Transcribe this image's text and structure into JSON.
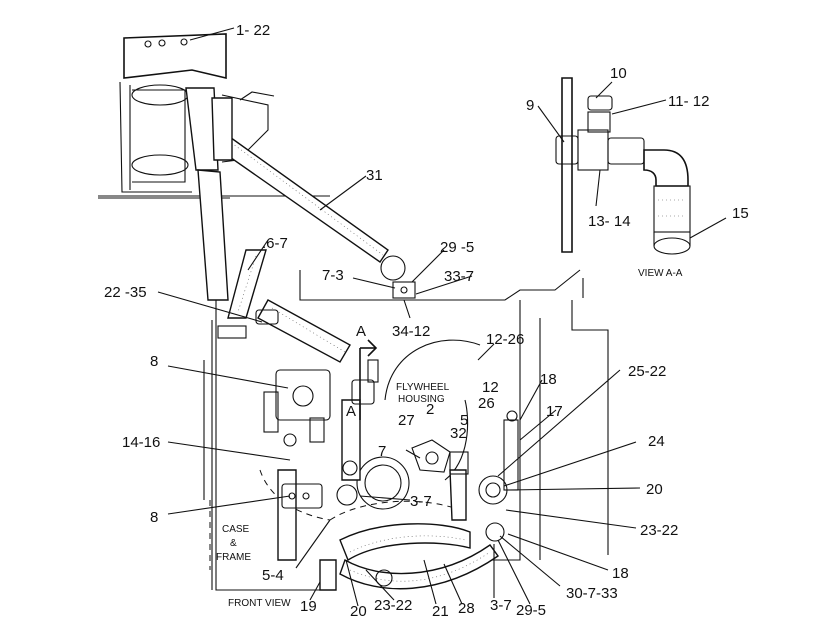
{
  "labels": {
    "l_1_22": "1- 22",
    "l_31": "31",
    "l_6_7": ".6-7",
    "l_22_35": "22 -35",
    "l_29_5_top": "29 -5",
    "l_7_3": "7-3",
    "l_33_7": "33-7",
    "l_34_12": "34-12",
    "l_A": "A",
    "l_A_lower": "A",
    "l_12_26": "12-26",
    "l_8_top": "8",
    "l_27": "27",
    "l_2": "2",
    "l_5": "5",
    "l_32": "32",
    "l_12": "12",
    "l_26": "26",
    "l_18_top": "18",
    "l_17": "17",
    "l_25_22": "25-22",
    "l_14_16": "14-16",
    "l_7": "7",
    "l_24": "24",
    "l_20_right": "20",
    "l_3_7_mid": "3-7",
    "l_8_bottom": "8",
    "l_23_22_right": "23-22",
    "l_5_4": "5-4",
    "l_19": "19",
    "l_20_bottom": "20",
    "l_23_22_bottom": "23-22",
    "l_21": "21",
    "l_28": "28",
    "l_3_7_bottom": "3-7",
    "l_29_5_bottom": "29-5",
    "l_30_7_33": "30-7-33",
    "l_18_bottom": "18",
    "l_10": "10",
    "l_9": "9",
    "l_11_12": "11- 12",
    "l_13_14": "13- 14",
    "l_15": "15"
  },
  "captions": {
    "flywheel_line1": "FLYWHEEL",
    "flywheel_line2": "HOUSING",
    "case_line1": "CASE",
    "case_line2": "&",
    "case_line3": "FRAME",
    "front_view": "FRONT VIEW",
    "view_aa": "VIEW  A-A"
  }
}
